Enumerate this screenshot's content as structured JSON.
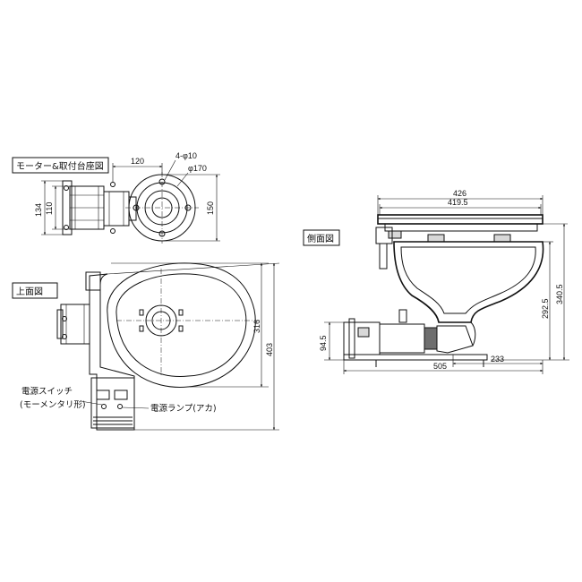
{
  "labels": {
    "motor_mount": "モーター&取付台座図",
    "top_view": "上面図",
    "side_view": "側面図",
    "power_switch_line1": "電源スイッチ",
    "power_switch_line2": "(モーメンタリ形)",
    "power_lamp": "電源ランプ(アカ)"
  },
  "dims": {
    "motor_120": "120",
    "bolt_holes": "4-φ10",
    "pcd_170": "φ170",
    "h_134": "134",
    "h_110": "110",
    "h_150": "150",
    "top_316": "316",
    "top_403": "403",
    "side_426": "426",
    "side_419_5": "419.5",
    "side_292_5": "292.5",
    "side_340_5": "340.5",
    "side_94_5": "94.5",
    "side_505": "505",
    "side_233": "233"
  }
}
